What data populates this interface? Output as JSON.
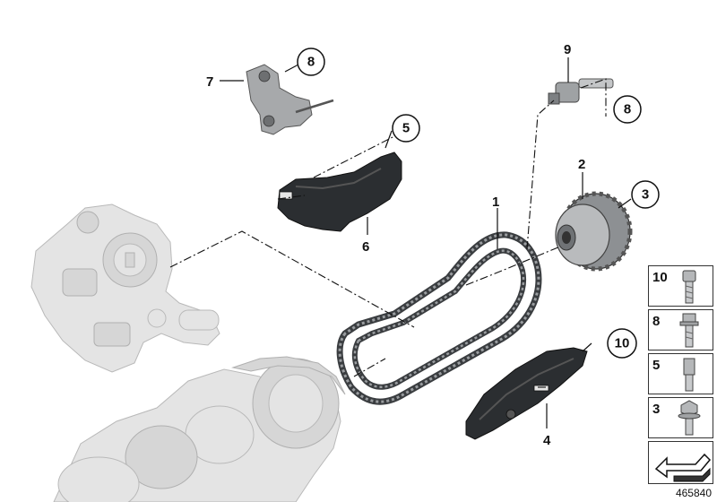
{
  "callouts": {
    "c1": "1",
    "c2": "2",
    "c3": "3",
    "c4": "4",
    "c5": "5",
    "c6": "6",
    "c7": "7",
    "c8a": "8",
    "c8b": "8",
    "c9": "9",
    "c10": "10"
  },
  "legend": {
    "items": [
      {
        "label": "10",
        "icon": "socket-head-bolt-icon"
      },
      {
        "label": "8",
        "icon": "flange-head-bolt-icon"
      },
      {
        "label": "5",
        "icon": "shoulder-pin-icon"
      },
      {
        "label": "3",
        "icon": "hex-flange-bolt-icon"
      },
      {
        "label": "",
        "icon": "arrow-symbol-icon"
      }
    ]
  },
  "diagram_id": "465840"
}
